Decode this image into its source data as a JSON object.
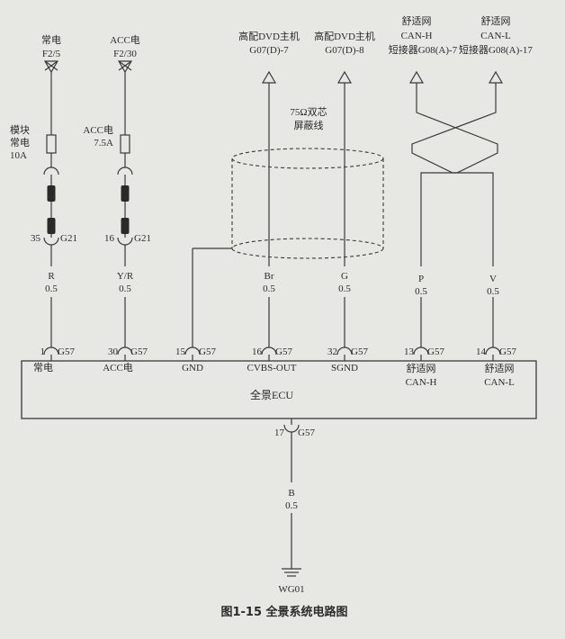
{
  "diagram": {
    "caption": "图1-15   全景系统电路图",
    "ecu_label": "全景ECU",
    "ecu_connector": "G57",
    "cable_note": [
      "75Ω双芯",
      "屏蔽线"
    ],
    "sources": [
      {
        "name": "常电",
        "code": "F2/5"
      },
      {
        "name": "ACC电",
        "code": "F2/30"
      }
    ],
    "fuses": [
      {
        "lines": [
          "模块",
          "常电",
          "10A"
        ]
      },
      {
        "lines": [
          "ACC电",
          "7.5A"
        ]
      }
    ],
    "inline_connectors": [
      {
        "pin": "35",
        "conn": "G21"
      },
      {
        "pin": "16",
        "conn": "G21"
      }
    ],
    "outputs": [
      {
        "lines": [
          "高配DVD主机",
          "G07(D)-7"
        ]
      },
      {
        "lines": [
          "高配DVD主机",
          "G07(D)-8"
        ]
      },
      {
        "lines": [
          "舒适网",
          "CAN-H",
          "短接器G08(A)-7"
        ]
      },
      {
        "lines": [
          "舒适网",
          "CAN-L",
          "短接器G08(A)-17"
        ]
      }
    ],
    "wires": [
      {
        "color": "R",
        "size": "0.5"
      },
      {
        "color": "Y/R",
        "size": "0.5"
      },
      {
        "color": "Br",
        "size": "0.5"
      },
      {
        "color": "G",
        "size": "0.5"
      },
      {
        "color": "P",
        "size": "0.5"
      },
      {
        "color": "V",
        "size": "0.5"
      }
    ],
    "pins": [
      {
        "pin": "1",
        "lines": [
          "常电"
        ]
      },
      {
        "pin": "30",
        "lines": [
          "ACC电"
        ]
      },
      {
        "pin": "15",
        "lines": [
          "GND"
        ]
      },
      {
        "pin": "16",
        "lines": [
          "CVBS-OUT"
        ]
      },
      {
        "pin": "32",
        "lines": [
          "SGND"
        ]
      },
      {
        "pin": "13",
        "lines": [
          "舒适网",
          "CAN-H"
        ]
      },
      {
        "pin": "14",
        "lines": [
          "舒适网",
          "CAN-L"
        ]
      }
    ],
    "ground": {
      "pin": "17",
      "wire_color": "B",
      "wire_size": "0.5",
      "label": "WG01"
    }
  }
}
